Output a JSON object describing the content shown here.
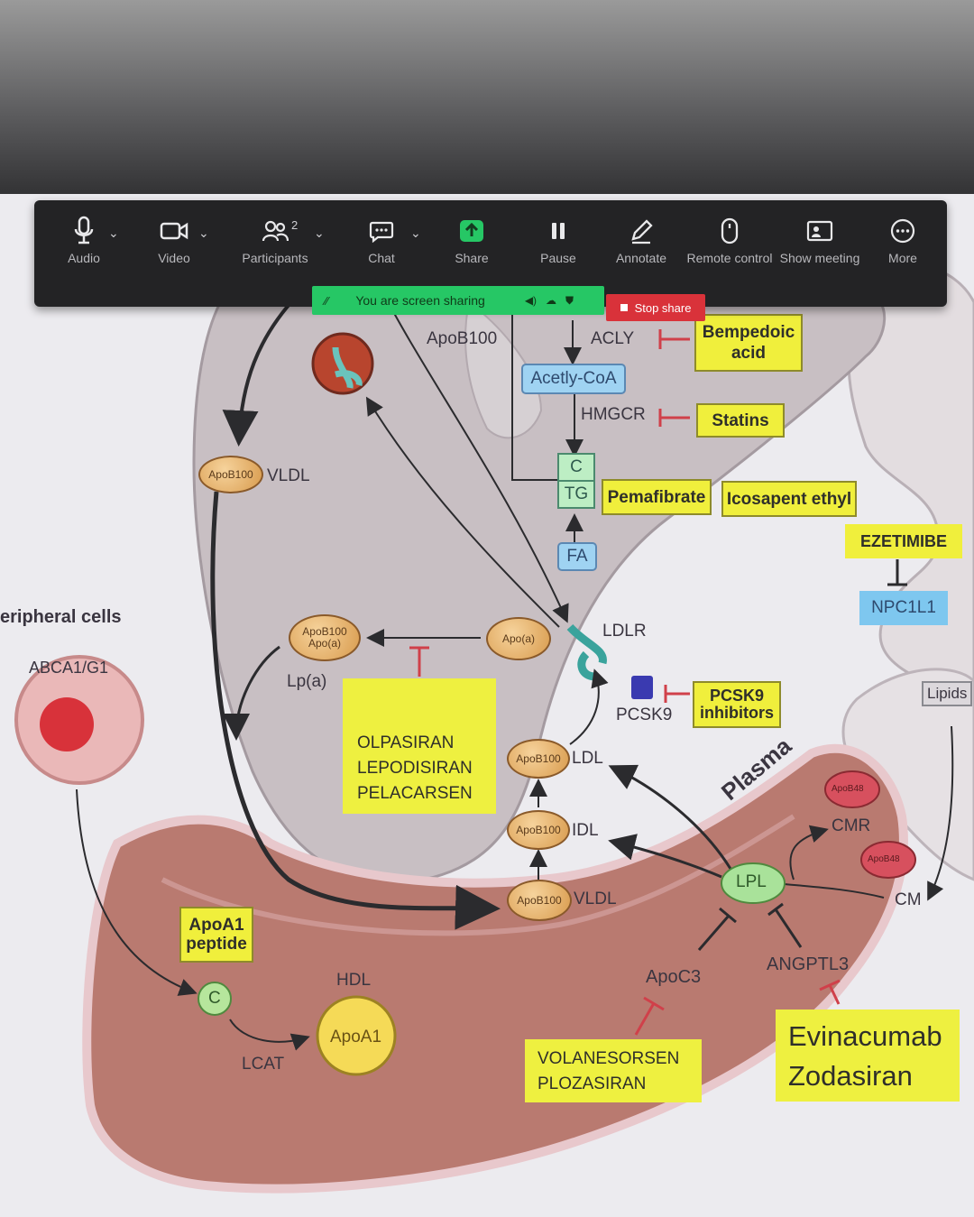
{
  "toolbar": {
    "audio": "Audio",
    "video": "Video",
    "participants": "Participants",
    "participants_count": "2",
    "chat": "Chat",
    "share": "Share",
    "pause": "Pause",
    "annotate": "Annotate",
    "remote_control": "Remote control",
    "show_meeting": "Show meeting",
    "more": "More"
  },
  "banner": {
    "sharing_text": "You are screen sharing",
    "stop_share": "Stop share"
  },
  "diagram": {
    "apob100_top": "ApoB100",
    "acly": "ACLY",
    "acetyl_coa": "Acetly-CoA",
    "hmgcr": "HMGCR",
    "c": "C",
    "tg": "TG",
    "fa": "FA",
    "bempedoic": "Bempedoic acid",
    "statins": "Statins",
    "pemafibrate": "Pemafibrate",
    "icosapent": "Icosapent ethyl",
    "ezetimibe": "EZETIMIBE",
    "npc1l1": "NPC1L1",
    "vldl_liver": "VLDL",
    "apob100_small": "ApoB100",
    "peripheral": "eripheral cells",
    "abca1": "ABCA1/G1",
    "apob100_apoa": "ApoB100 Apo(a)",
    "apoa": "Apo(a)",
    "lpa": "Lp(a)",
    "ldlr": "LDLR",
    "pcsk9": "PCSK9",
    "pcsk9_inhib": "PCSK9 inhibitors",
    "olpasiran": "OLPASIRAN",
    "lepodisiran": "LEPODISIRAN",
    "pelacarsen": "PELACARSEN",
    "ldl": "LDL",
    "idl": "IDL",
    "vldl_plasma": "VLDL",
    "plasma": "Plasma",
    "apob48": "ApoB48",
    "cmr": "CMR",
    "cm": "CM",
    "lipids": "Lipids",
    "lpl": "LPL",
    "apoc3": "ApoC3",
    "angptl3": "ANGPTL3",
    "apoa1_peptide": "ApoA1 peptide",
    "hdl": "HDL",
    "apoa1": "ApoA1",
    "lcat": "LCAT",
    "volanesorsen": "VOLANESORSEN",
    "plozasiran": "PLOZASIRAN",
    "evinacumab": "Evinacumab",
    "zodasiran": "Zodasiran"
  },
  "colors": {
    "toolbar_bg": "#232325",
    "share_green": "#26c765",
    "stop_red": "#d9323a",
    "drug_yellow": "#f0ef3c",
    "liver": "#c7bcc0",
    "plasma": "#b5776c"
  }
}
